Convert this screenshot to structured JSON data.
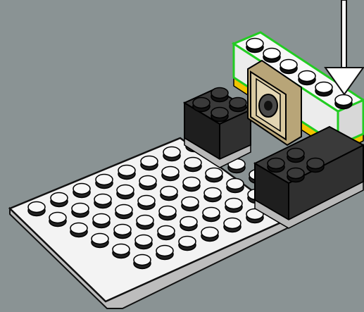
{
  "scene": {
    "background": "#8a9394",
    "baseplate": {
      "color": "#f2f2f2",
      "rows": 6,
      "cols": 8
    },
    "bricks": [
      {
        "name": "brick-2x2-black-left",
        "color": "#2b2b2b"
      },
      {
        "name": "brick-2x2-black-right",
        "color": "#2b2b2b"
      },
      {
        "name": "brick-1x6-white-highlighted",
        "color": "#f0f0f0",
        "highlight": "#22cc22"
      },
      {
        "name": "plate-yellow",
        "color": "#f2c400"
      },
      {
        "name": "tile-tan-with-hole",
        "color": "#d9c9a0"
      }
    ],
    "arrow": {
      "name": "insert-arrow-icon",
      "color": "#111111"
    }
  }
}
